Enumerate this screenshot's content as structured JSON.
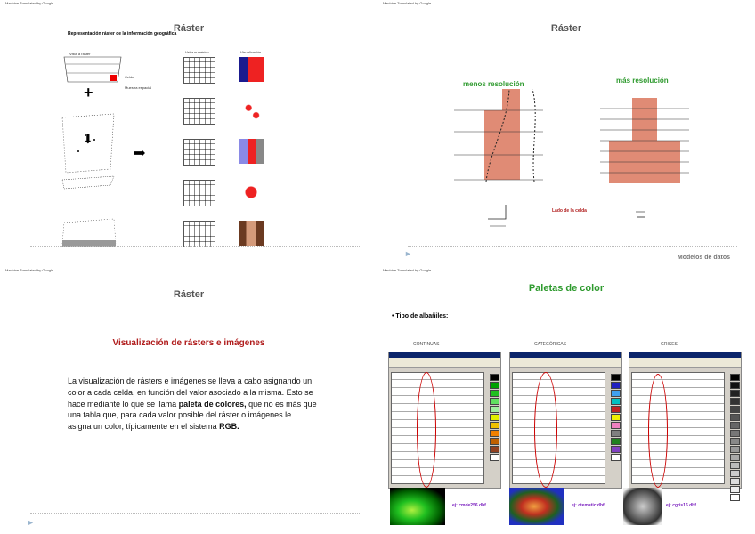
{
  "watermark": "Machine Translated by Google",
  "footer": "Modelos de datos",
  "slide1": {
    "title": "Ráster",
    "subtitle": "Representación ráster de la información geográfica",
    "small_labels": [
      "Vista a ráster",
      "Celda",
      "Muestra espacial",
      "Valor numérico",
      "Visualización"
    ]
  },
  "slide2": {
    "title": "Ráster",
    "low": "menos resolución",
    "high": "más resolución",
    "cell_side": "Lado de la celda"
  },
  "slide3": {
    "title": "Ráster",
    "heading": "Visualización de rásters e imágenes",
    "p1": "La visualización de rásters e imágenes se lleva a cabo asignando un color a cada celda, en función del valor asociado a la misma. Esto se hace mediante lo que se llama ",
    "bold1": "paleta de colores,",
    "p2": " que no es más que una tabla que, para cada valor posible del ráster o imágenes le asigna un color, típicamente en el sistema ",
    "bold2": "RGB."
  },
  "slide4": {
    "title": "Paletas de color",
    "bullet": "• Tipo de albañiles:",
    "cats": [
      "CONTINUAS",
      "CATEGÓRICAS",
      "GRISES"
    ],
    "examples": [
      "ej: cmde256.dbf",
      "ej: ctematic.dbf",
      "ej: cgris16.dbf"
    ]
  },
  "colors": {
    "title_green": "#2e9a2e",
    "heading_red": "#b01c1c",
    "salmon": "#e08b75",
    "ej_purple": "#7a1fbf"
  }
}
